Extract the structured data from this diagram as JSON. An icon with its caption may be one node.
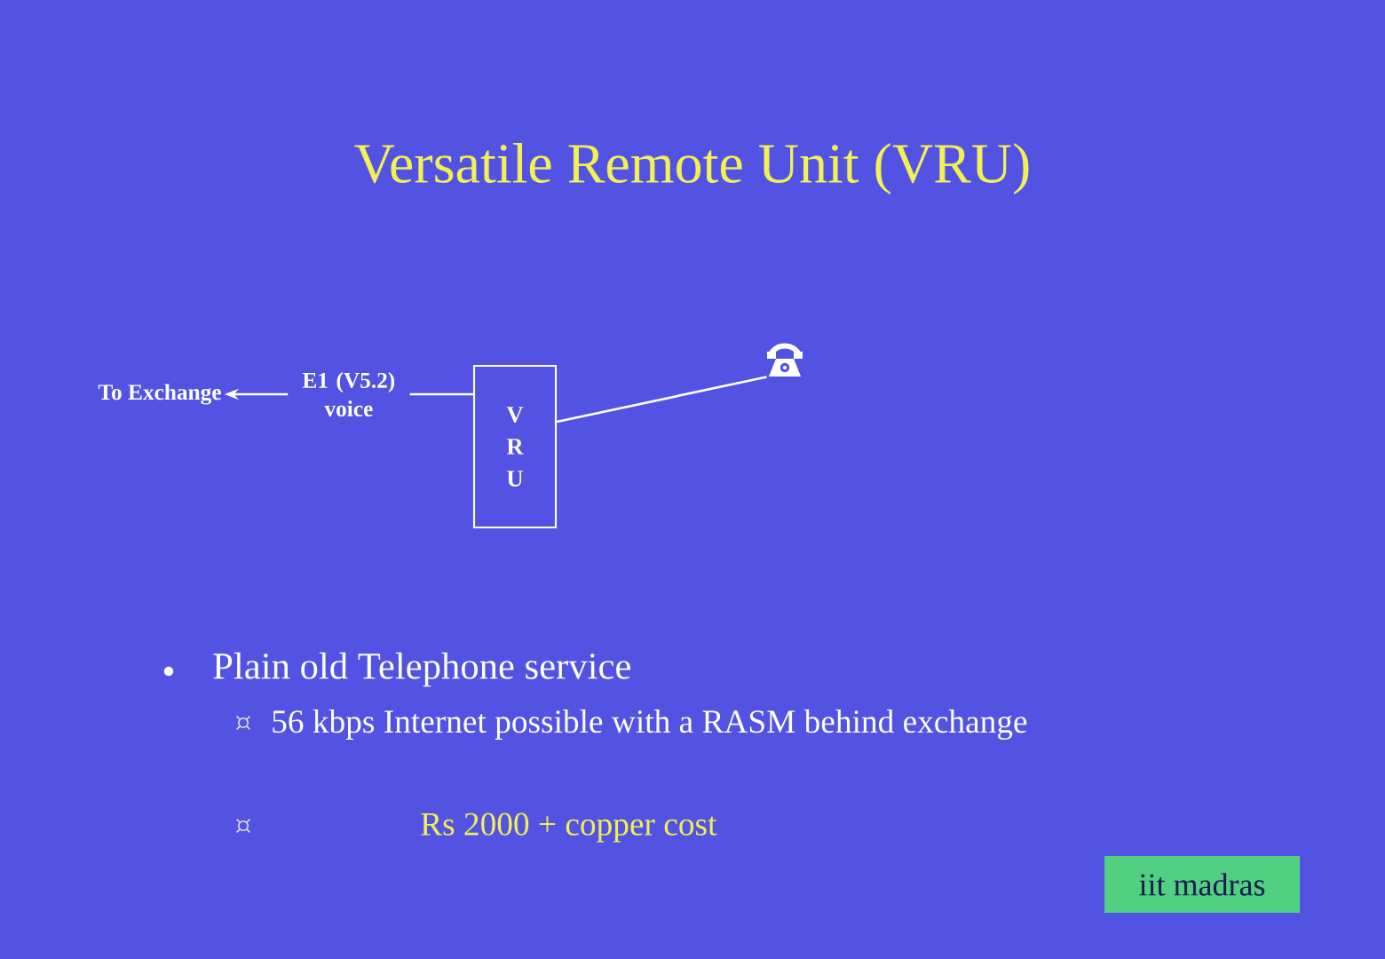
{
  "diagram": {
    "title": "Versatile Remote Unit (VRU)",
    "nodes": [
      {
        "text": [
          "To Exchange"
        ]
      },
      {
        "text": [
          "V R U"
        ]
      },
      {
        "text": [],
        "shape": "picture"
      },
      {
        "text": [
          "iit madras"
        ]
      }
    ],
    "edges": [
      {
        "from": 1,
        "to": 0,
        "arrow": "to",
        "label": "E1 (V5.2) voice"
      },
      {
        "from": 1,
        "to": 2,
        "arrow": "none"
      }
    ],
    "labels": [
      "Plain old Telephone service",
      "56 kbps Internet possible with a RASM behind exchange",
      "Rs 2000 + copper cost"
    ]
  }
}
